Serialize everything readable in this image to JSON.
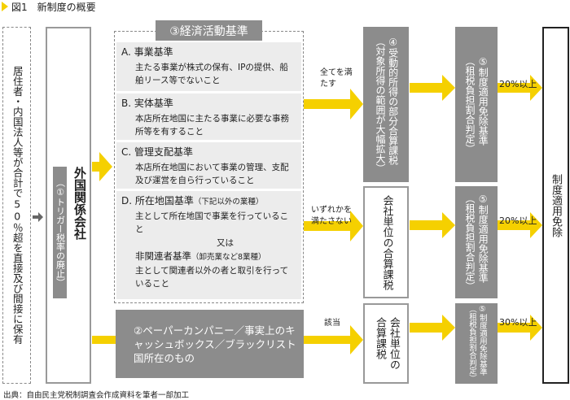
{
  "title": "図1　新制度の概要",
  "left_box": "居住者・内国法人等が合計で50％超を直接及び間接に保有",
  "foreign_company": {
    "name": "外国関係会社",
    "trigger": "（①トリガー税率の廃止）"
  },
  "economic": {
    "label": "③経済活動基準",
    "A": {
      "head": "A. 事業基準",
      "body": "主たる事業が株式の保有、IPの提供、船舶リース等でないこと"
    },
    "B": {
      "head": "B. 実体基準",
      "body": "本店所在地国に主たる事業に必要な事務所等を有すること"
    },
    "C": {
      "head": "C. 管理支配基準",
      "body": "本店所在地国において事業の管理、支配及び運営を自ら行っていること"
    },
    "D": {
      "head": "D. 所在地国基準",
      "head_note": "（下記以外の業種）",
      "body1": "主として所在地国で事業を行っていること",
      "or": "又は",
      "head2": "非関連者基準",
      "head2_note": "（卸売業など8業種）",
      "body2": "主として関連者以外の者と取引を行っていること"
    }
  },
  "paper": "②ペーパーカンパニー／事実上のキャッシュボックス／ブラックリスト国所在のもの",
  "labels": {
    "all": "全てを満たす",
    "any": "いずれかを満たさない",
    "applies": "該当"
  },
  "box4": {
    "line1": "④受動的所得の部分合算課税",
    "line2": "（対象所得の範囲が大幅拡大）"
  },
  "company_tax": "会社単位の合算課税",
  "company_tax_bottom": {
    "line1": "会社単位の",
    "line2": "合算課税"
  },
  "box5": {
    "line1": "⑤制度適用免除基準",
    "line2": "（租税負担割合判定）"
  },
  "pct": [
    "20%以上",
    "20%以上",
    "30%以上"
  ],
  "final": "制度適用免除",
  "source": "出典：自由民主党税制調査会作成資料を筆者一部加工",
  "colors": {
    "arrow": "#f5d000",
    "box_gray": "#8c8c8c",
    "section_bg": "#ececec"
  }
}
